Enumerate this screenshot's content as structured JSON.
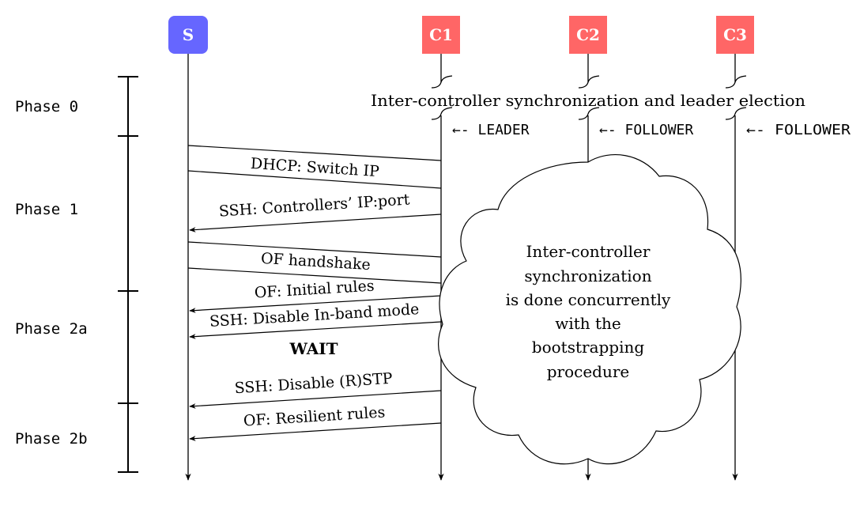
{
  "colors": {
    "switch_box": "#6666ff",
    "controller_box": "#ff6666",
    "line": "#000000",
    "node_text": "#ffffff"
  },
  "nodes": {
    "switch": "S",
    "c1": "C1",
    "c2": "C2",
    "c3": "C3"
  },
  "phases": {
    "p0": "Phase 0",
    "p1": "Phase 1",
    "p2a": "Phase 2a",
    "p2b": "Phase 2b"
  },
  "sync_banner": "Inter-controller synchronization and leader election",
  "roles": {
    "c1": "←- LEADER",
    "c2": "←- FOLLOWER",
    "c3": "←- FOLLOWER"
  },
  "messages": {
    "dhcp": "DHCP: Switch IP",
    "ssh_ip": "SSH: Controllers’ IP:port",
    "of_handshake": "OF handshake",
    "of_initial": "OF: Initial rules",
    "ssh_inband": "SSH: Disable In-band mode",
    "wait": "WAIT",
    "ssh_rstp": "SSH: Disable (R)STP",
    "of_resilient": "OF: Resilient rules"
  },
  "cloud_text": {
    "l1": "Inter-controller",
    "l2": "synchronization",
    "l3": "is done concurrently",
    "l4": "with the",
    "l5": "bootstrapping",
    "l6": "procedure"
  }
}
